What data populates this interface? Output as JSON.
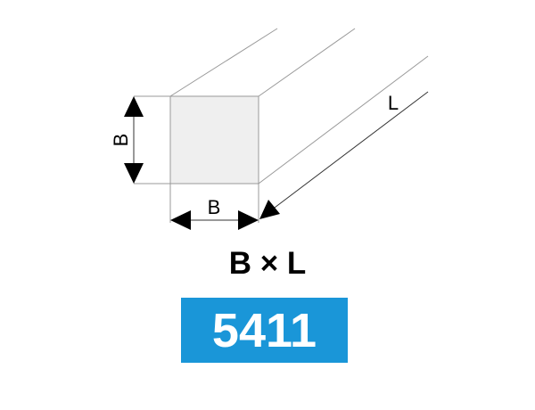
{
  "diagram": {
    "labels": {
      "height": "B",
      "width": "B",
      "length": "L"
    },
    "formula": "B × L",
    "code": "5411",
    "colors": {
      "code_background": "#1a96d8",
      "face_fill": "#efefef",
      "edge": "#999999"
    }
  }
}
